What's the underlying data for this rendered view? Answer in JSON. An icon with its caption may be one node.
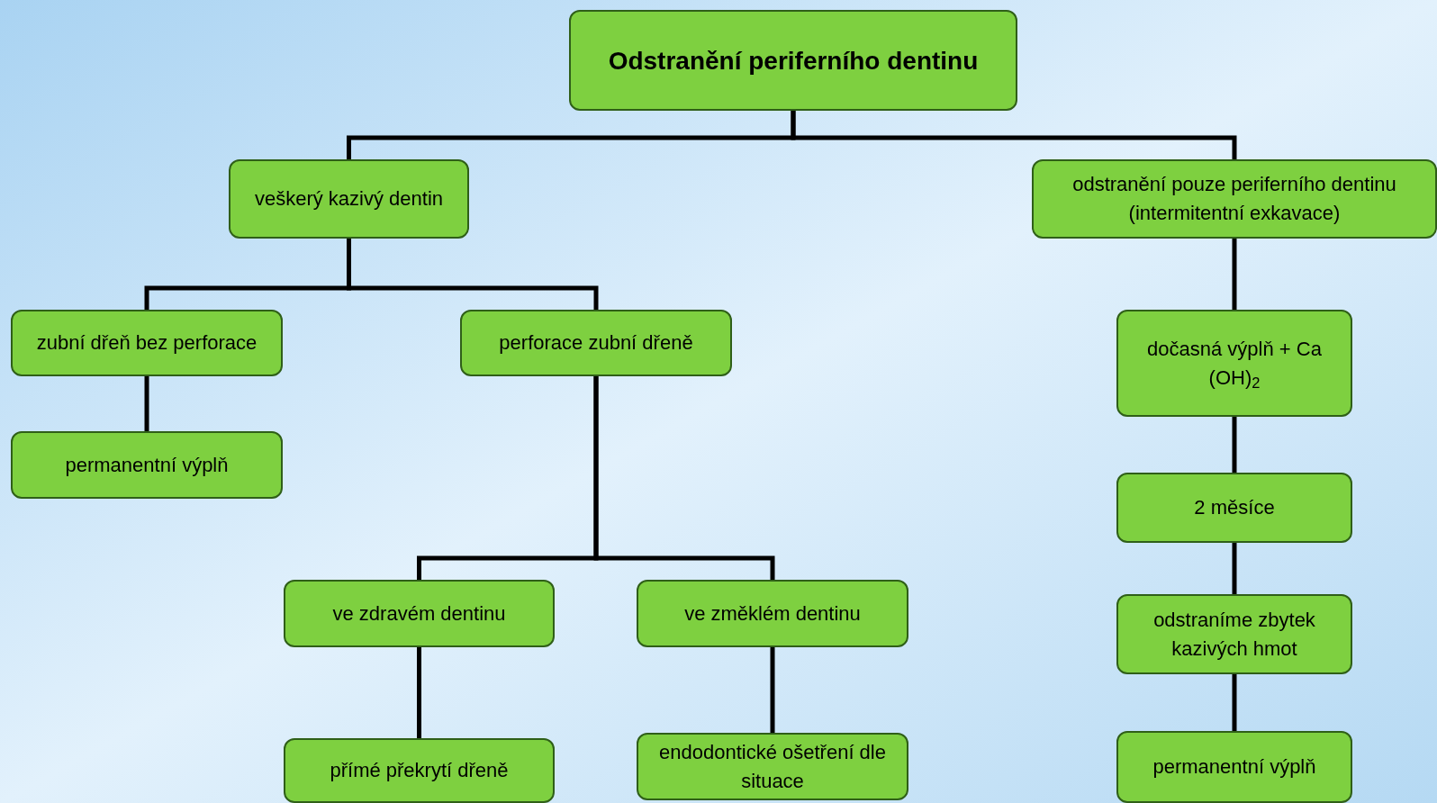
{
  "diagram": {
    "nodes": [
      {
        "text": [
          "Odstranění periferního dentinu"
        ]
      },
      {
        "text": [
          "veškerý kazivý dentin"
        ]
      },
      {
        "text": [
          "odstranění pouze periferního dentinu (intermitentní exkavace)"
        ]
      },
      {
        "text": [
          "zubní dřeň bez perforace"
        ]
      },
      {
        "text": [
          "perforace zubní dřeně"
        ]
      },
      {
        "text": [
          "permanentní výplň"
        ]
      },
      {
        "text": [
          "ve zdravém dentinu"
        ]
      },
      {
        "text": [
          "ve změklém dentinu"
        ]
      },
      {
        "text": [
          "přímé překrytí dřeně"
        ]
      },
      {
        "text": [
          "endodontické ošetření dle situace"
        ]
      },
      {
        "text": [
          "dočasná výplň + Ca (OH)$_{2}$"
        ]
      },
      {
        "text": [
          "2 měsíce"
        ]
      },
      {
        "text": [
          "odstraníme zbytek kazivých hmot"
        ]
      },
      {
        "text": [
          "permanentní výplň"
        ]
      }
    ],
    "edges": [
      {
        "from": 0,
        "to": 1,
        "arrow": "none"
      },
      {
        "from": 0,
        "to": 2,
        "arrow": "none"
      },
      {
        "from": 1,
        "to": 3,
        "arrow": "none"
      },
      {
        "from": 1,
        "to": 4,
        "arrow": "none"
      },
      {
        "from": 3,
        "to": 5,
        "arrow": "none"
      },
      {
        "from": 4,
        "to": 6,
        "arrow": "none"
      },
      {
        "from": 4,
        "to": 7,
        "arrow": "none"
      },
      {
        "from": 6,
        "to": 8,
        "arrow": "none"
      },
      {
        "from": 7,
        "to": 9,
        "arrow": "none"
      },
      {
        "from": 2,
        "to": 10,
        "arrow": "none"
      },
      {
        "from": 10,
        "to": 11,
        "arrow": "none"
      },
      {
        "from": 11,
        "to": 12,
        "arrow": "none"
      },
      {
        "from": 12,
        "to": 13,
        "arrow": "none"
      }
    ]
  }
}
